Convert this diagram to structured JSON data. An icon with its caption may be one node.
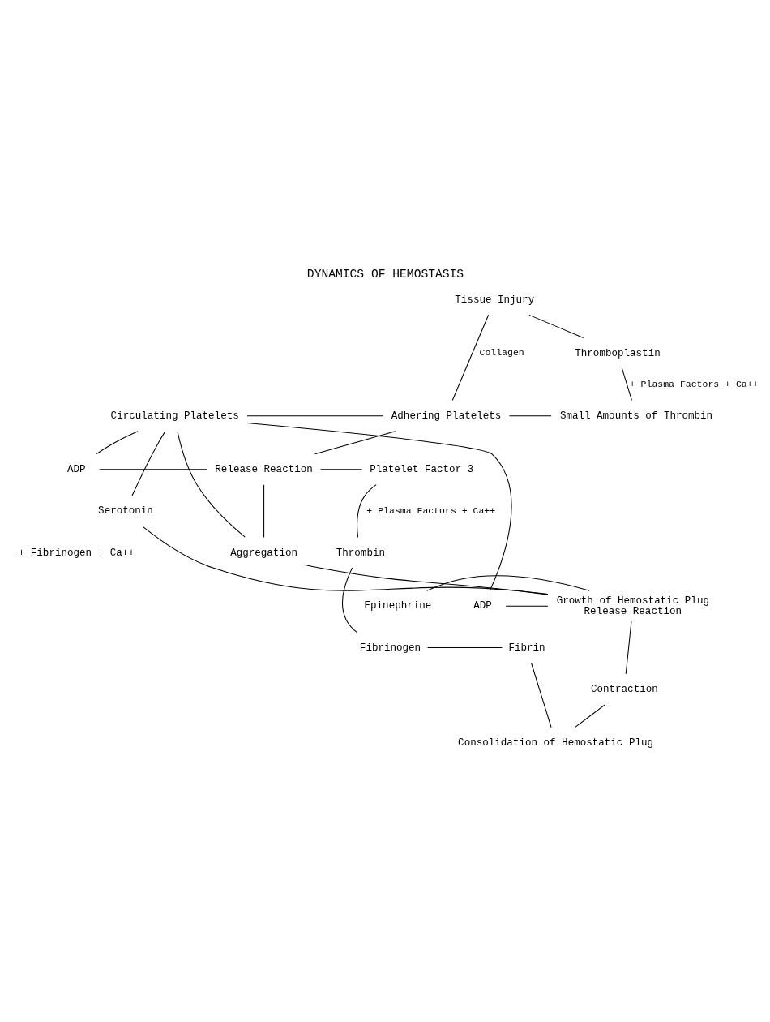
{
  "diagram": {
    "title": "DYNAMICS OF HEMOSTASIS",
    "nodes": [
      {
        "text": [
          "Tissue Injury"
        ]
      },
      {
        "text": [
          "Thromboplastin"
        ]
      },
      {
        "text": [
          "Adhering Platelets"
        ]
      },
      {
        "text": [
          "Circulating Platelets"
        ]
      },
      {
        "text": [
          "Small Amounts of Thrombin"
        ]
      },
      {
        "text": [
          "ADP"
        ]
      },
      {
        "text": [
          "Release Reaction"
        ]
      },
      {
        "text": [
          "Platelet Factor 3"
        ]
      },
      {
        "text": [
          "Aggregation"
        ]
      },
      {
        "text": [
          "Thrombin"
        ]
      },
      {
        "text": [
          "Growth of Hemostatic Plug",
          "Release Reaction"
        ]
      },
      {
        "text": [
          "ADP"
        ]
      },
      {
        "text": [
          "Epinephrine"
        ]
      },
      {
        "text": [
          "Serotonin"
        ]
      },
      {
        "text": [
          "Contraction"
        ]
      },
      {
        "text": [
          "Fibrin"
        ]
      },
      {
        "text": [
          "Fibrinogen"
        ]
      },
      {
        "text": [
          "Consolidation of Hemostatic Plug"
        ]
      }
    ],
    "edges": [
      {
        "from": 0,
        "to": 1,
        "arrow": "none"
      },
      {
        "from": 0,
        "to": 2,
        "arrow": "none",
        "label": "Collagen"
      },
      {
        "from": 1,
        "to": 4,
        "arrow": "none",
        "label": "+ Plasma Factors + Ca++"
      },
      {
        "from": 3,
        "to": 2,
        "arrow": "none"
      },
      {
        "from": 2,
        "to": 4,
        "arrow": "none"
      },
      {
        "from": 2,
        "to": 6,
        "arrow": "none"
      },
      {
        "from": 3,
        "to": 5,
        "arrow": "none"
      },
      {
        "from": 5,
        "to": 6,
        "arrow": "none"
      },
      {
        "from": 6,
        "to": 7,
        "arrow": "none"
      },
      {
        "from": 6,
        "to": 8,
        "arrow": "none"
      },
      {
        "from": 3,
        "to": 8,
        "arrow": "none"
      },
      {
        "from": 7,
        "to": 9,
        "arrow": "none",
        "label": "+ Plasma Factors + Ca++"
      },
      {
        "from": 8,
        "to": 10,
        "arrow": "none"
      },
      {
        "from": 3,
        "to": 11,
        "arrow": "none"
      },
      {
        "from": 11,
        "to": 10,
        "arrow": "none"
      },
      {
        "from": 12,
        "to": 10,
        "arrow": "none"
      },
      {
        "from": 3,
        "to": 13,
        "arrow": "none"
      },
      {
        "from": 13,
        "to": 10,
        "arrow": "none"
      },
      {
        "from": 10,
        "to": 14,
        "arrow": "none"
      },
      {
        "from": 9,
        "to": 16,
        "arrow": "none"
      },
      {
        "from": 15,
        "to": 16,
        "arrow": "none"
      },
      {
        "from": 14,
        "to": 17,
        "arrow": "none"
      },
      {
        "from": 15,
        "to": 17,
        "arrow": "none"
      }
    ],
    "labels": [
      "+ Fibrinogen + Ca++"
    ]
  }
}
